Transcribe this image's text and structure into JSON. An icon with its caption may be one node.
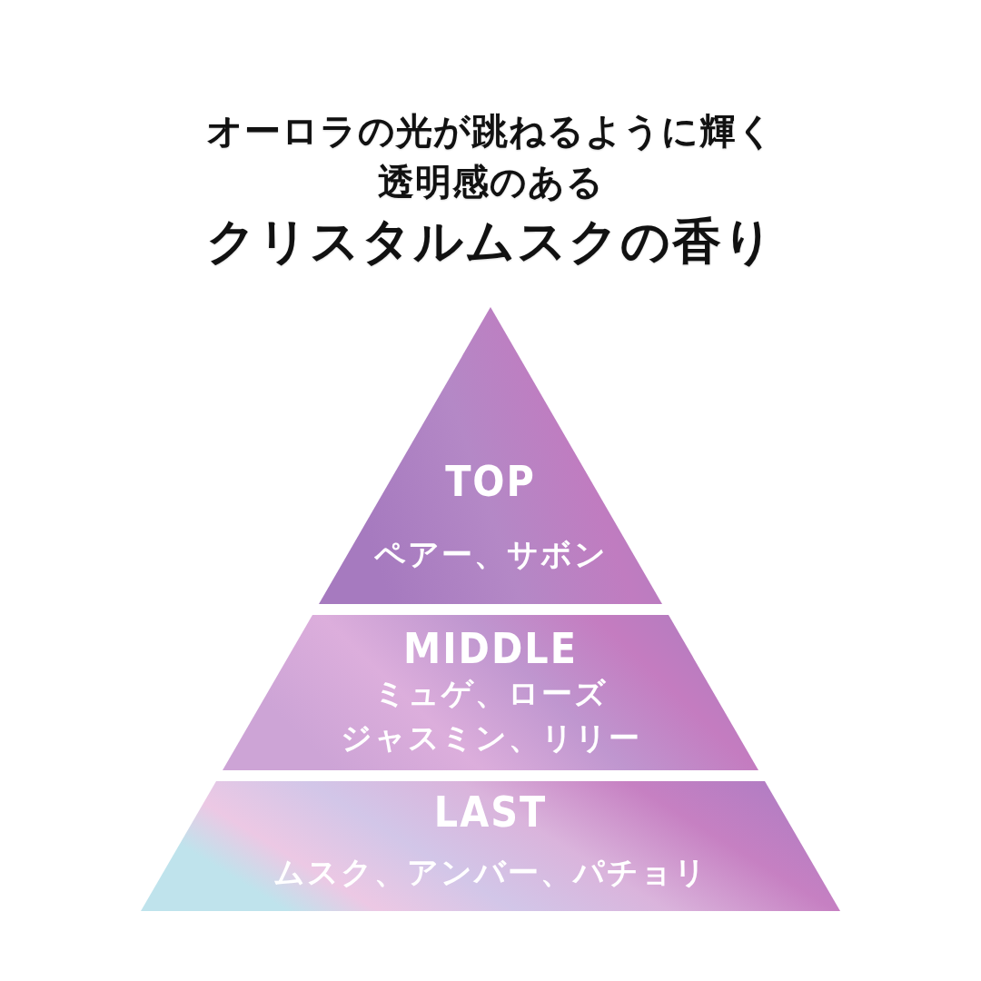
{
  "diagram": {
    "title": "クリスタルムスクの香り",
    "nodes": [
      {
        "text": [
          "TOP",
          "ペアー、サボン"
        ]
      },
      {
        "text": [
          "MIDDLE",
          "ミュゲ、ローズ",
          "ジャスミン、リリー"
        ]
      },
      {
        "text": [
          "LAST",
          "ムスク、アンバー、パチョリ"
        ]
      }
    ],
    "labels": [
      "オーロラの光が跳ねるように輝く透明感のある"
    ]
  }
}
